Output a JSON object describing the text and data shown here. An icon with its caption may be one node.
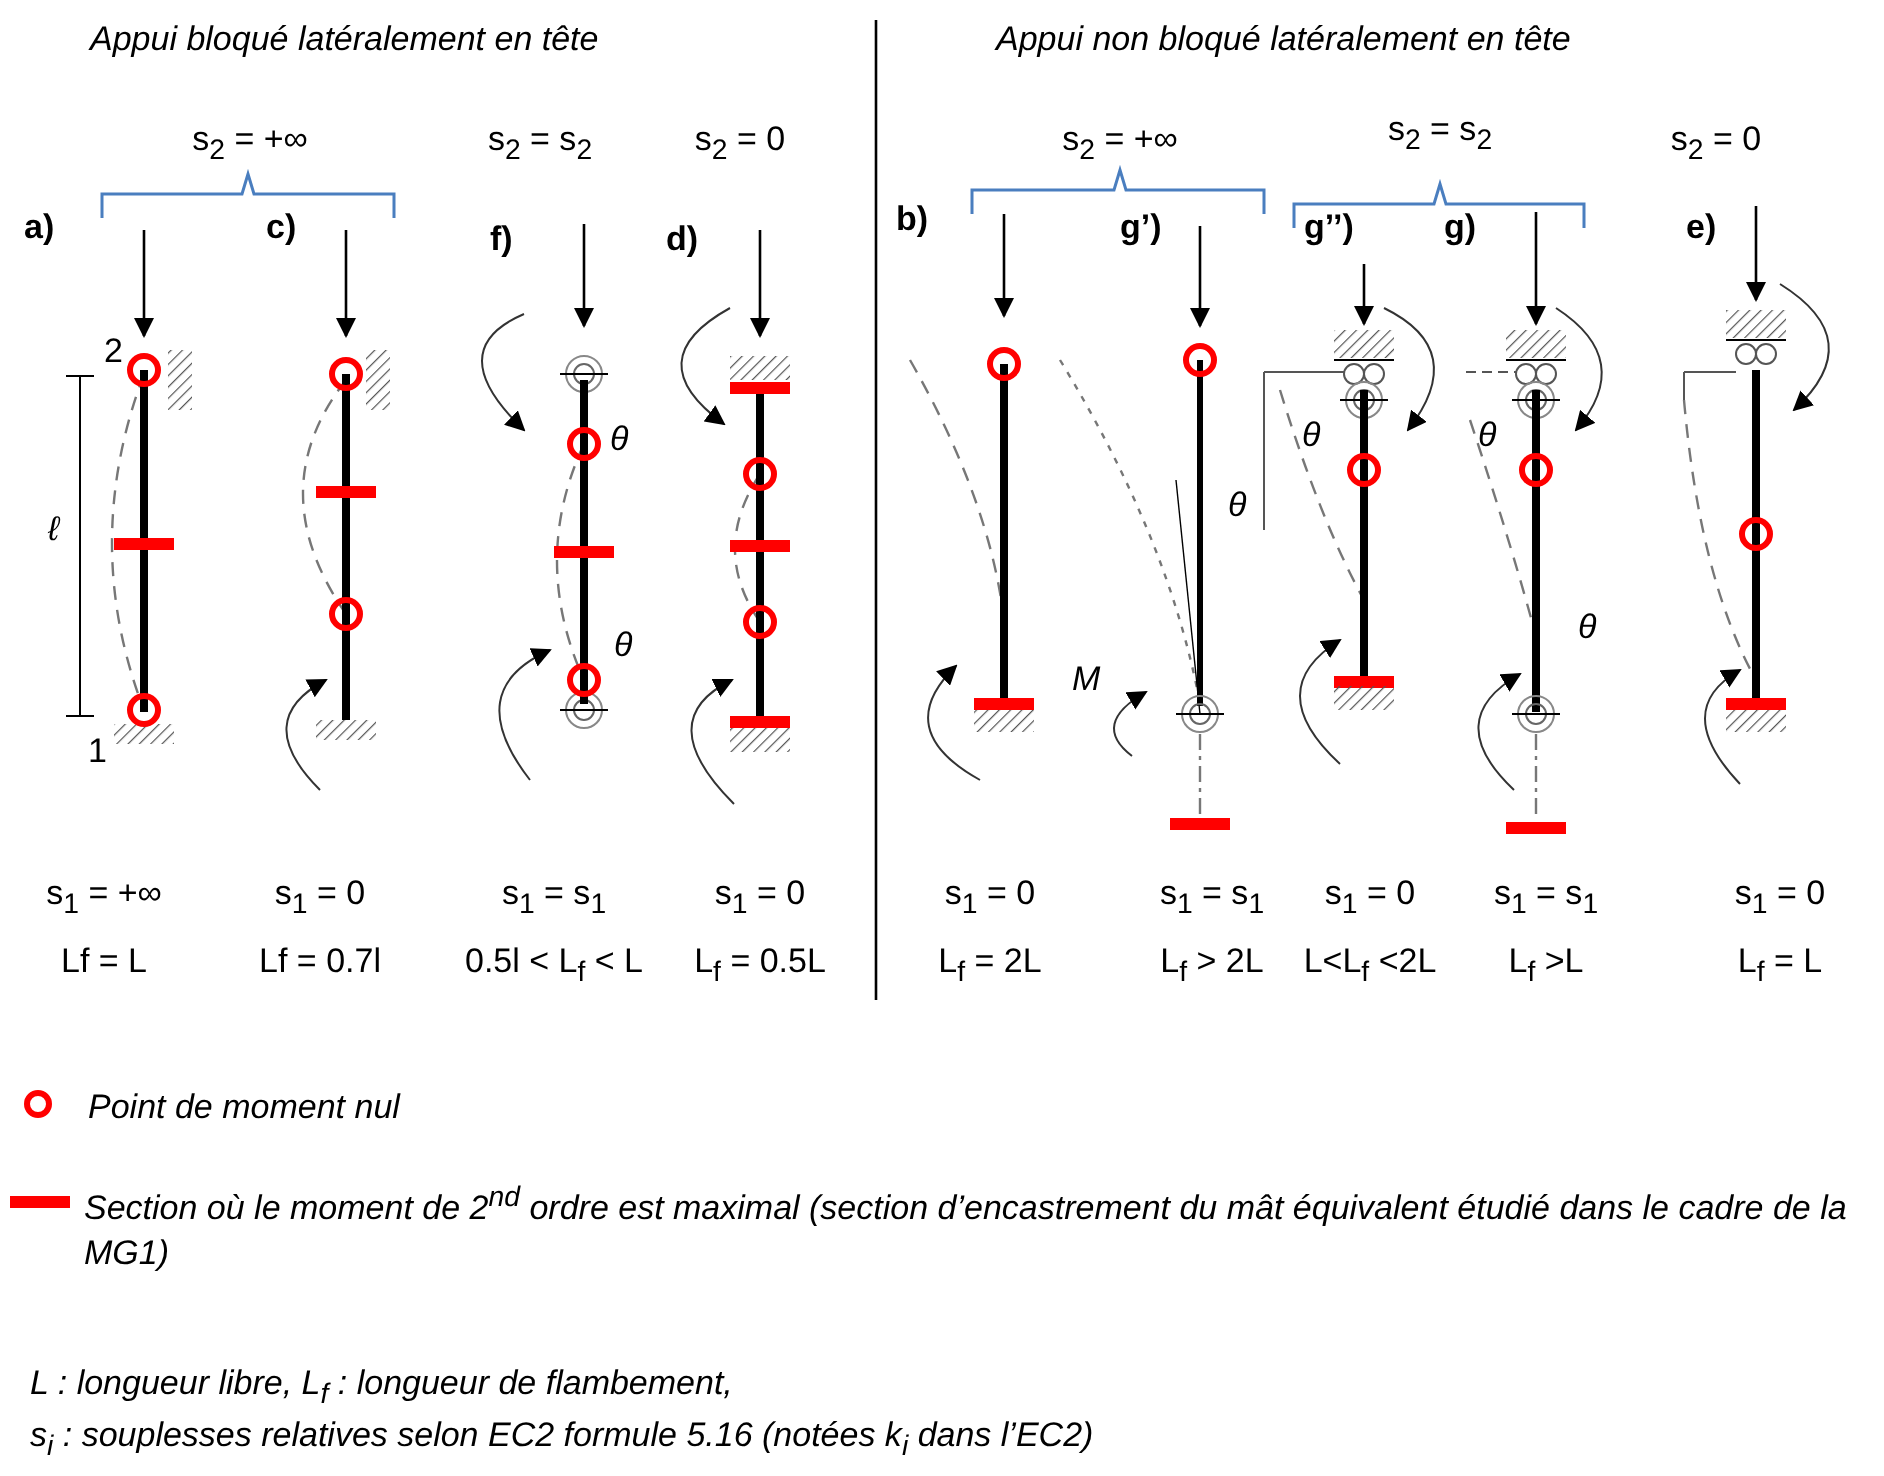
{
  "diagram": {
    "labels": [
      "Appui bloqué latéralement en tête",
      "Appui non bloqué latéralement en tête",
      "s$_{2}$ = +∞",
      "s$_{2}$ = s$_{2}$",
      "s$_{2}$ = 0",
      "s$_{2}$ = +∞",
      "s$_{2}$ = s$_{2}$",
      "s$_{2}$ = 0",
      "a)",
      "c)",
      "f)",
      "d)",
      "b)",
      "g’)",
      "g’’)",
      "g)",
      "e)",
      "2",
      "θ",
      "θ",
      "θ",
      "θ",
      "ℓ",
      "θ",
      "θ",
      "M",
      "1",
      "s$_{1}$ = +∞",
      "s$_{1}$ = 0",
      "s$_{1}$ = s$_{1}$",
      "s$_{1}$ = 0",
      "s$_{1}$ = 0",
      "s$_{1}$ = s$_{1}$",
      "s$_{1}$ = 0",
      "s$_{1}$ = s$_{1}$",
      "s$_{1}$ = 0",
      "Lf = L",
      "Lf = 0.7l",
      "0.5l < L$_{f}$ < L",
      "L$_{f}$ = 0.5L",
      "L$_{f}$ = 2L",
      "L$_{f}$ > 2L",
      "L<L$_{f}$ <2L",
      "L$_{f}$ >L",
      "L$_{f}$ = L",
      "L : longueur libre, L$_{f}$ : longueur de flambement,",
      "s$_{i}$ : souplesses relatives selon EC2 formule 5.16 (notées k$_{i}$ dans l’EC2)"
    ],
    "legend": [
      {
        "text": "Point de moment nul"
      },
      {
        "text": "Section où le moment de 2$^{nd}$ ordre est maximal (section d’encastrement du mât équivalent étudié dans le cadre de la MG1)"
      }
    ]
  }
}
